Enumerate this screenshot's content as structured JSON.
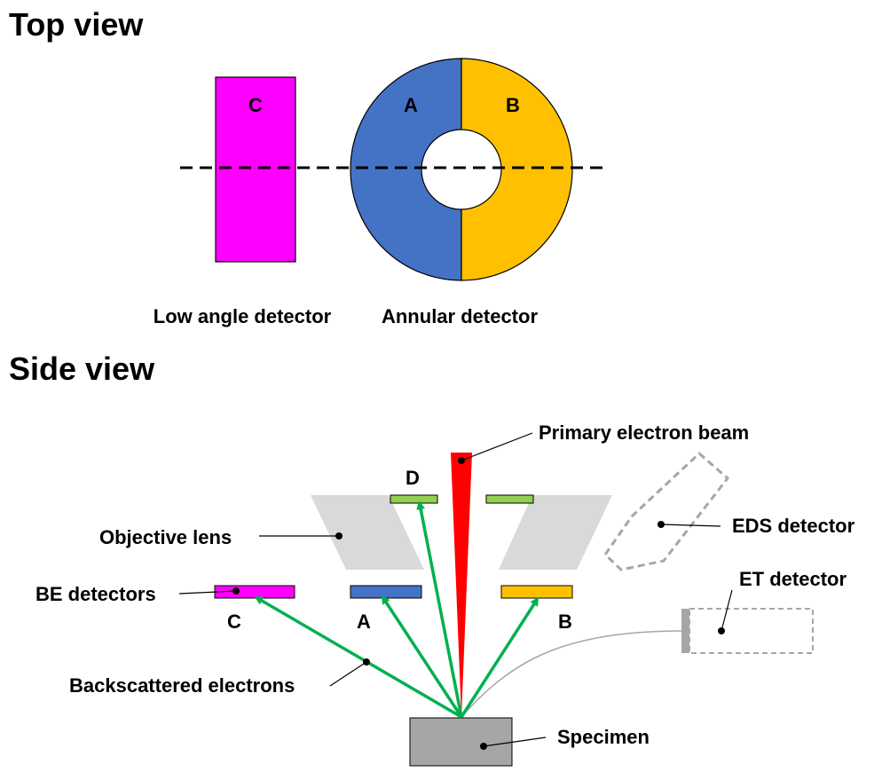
{
  "headings": {
    "top_view": "Top view",
    "side_view": "Side view"
  },
  "top_view": {
    "low_angle_letter": "C",
    "annular_left_letter": "A",
    "annular_right_letter": "B",
    "low_angle_caption": "Low angle detector",
    "annular_caption": "Annular detector"
  },
  "side_view": {
    "primary_beam_label": "Primary electron beam",
    "eds_label": "EDS detector",
    "et_label": "ET detector",
    "objective_lens_label": "Objective lens",
    "be_detectors_label": "BE detectors",
    "backscattered_label": "Backscattered electrons",
    "specimen_label": "Specimen",
    "detector_d_letter": "D",
    "detector_c_letter": "C",
    "detector_a_letter": "A",
    "detector_b_letter": "B"
  },
  "colors": {
    "detector_a": "#4472C4",
    "detector_b": "#FFC000",
    "detector_c": "#FF00FF",
    "detector_d": "#92D050",
    "electron_arrows": "#00B050",
    "primary_beam": "#FF0000",
    "objective_lens": "#D9D9D9",
    "specimen": "#A6A6A6",
    "dashed_outline": "#A6A6A6"
  }
}
